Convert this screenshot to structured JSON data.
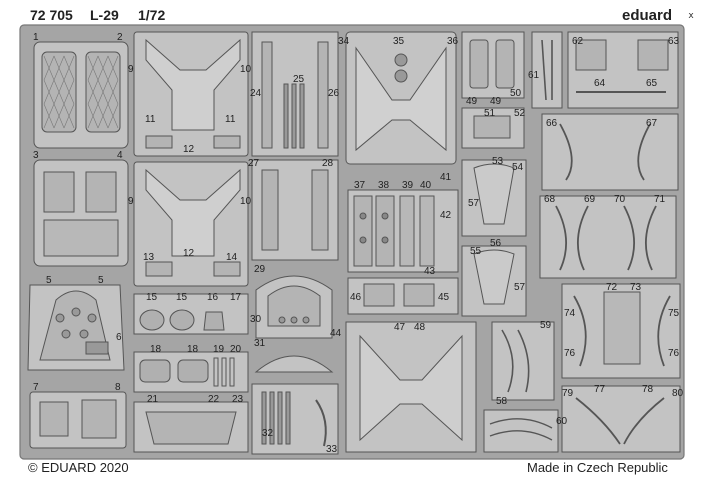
{
  "header": {
    "catalog_number": "72 705",
    "aircraft": "L-29",
    "scale": "1/72",
    "brand": "eduard"
  },
  "footer": {
    "copyright": "© EDUARD 2020",
    "origin": "Made in Czech Republic"
  },
  "close_label": "x",
  "colors": {
    "fret": "#a5a5a5",
    "part": "#c3c3c3",
    "outline": "#555555",
    "text": "#222222"
  },
  "part_numbers": [
    "1",
    "2",
    "3",
    "4",
    "5",
    "5",
    "6",
    "7",
    "8",
    "9",
    "10",
    "11",
    "11",
    "12",
    "9",
    "10",
    "12",
    "13",
    "14",
    "15",
    "15",
    "16",
    "17",
    "18",
    "18",
    "19",
    "20",
    "21",
    "22",
    "23",
    "24",
    "25",
    "26",
    "27",
    "28",
    "29",
    "30",
    "31",
    "32",
    "33",
    "34",
    "35",
    "36",
    "37",
    "38",
    "39",
    "40",
    "41",
    "42",
    "43",
    "44",
    "45",
    "46",
    "47",
    "48",
    "49",
    "49",
    "50",
    "51",
    "52",
    "53",
    "54",
    "55",
    "56",
    "57",
    "57",
    "58",
    "59",
    "60",
    "61",
    "62",
    "63",
    "64",
    "65",
    "66",
    "67",
    "68",
    "69",
    "70",
    "71",
    "72",
    "73",
    "74",
    "75",
    "76",
    "76",
    "77",
    "78",
    "79",
    "80"
  ]
}
